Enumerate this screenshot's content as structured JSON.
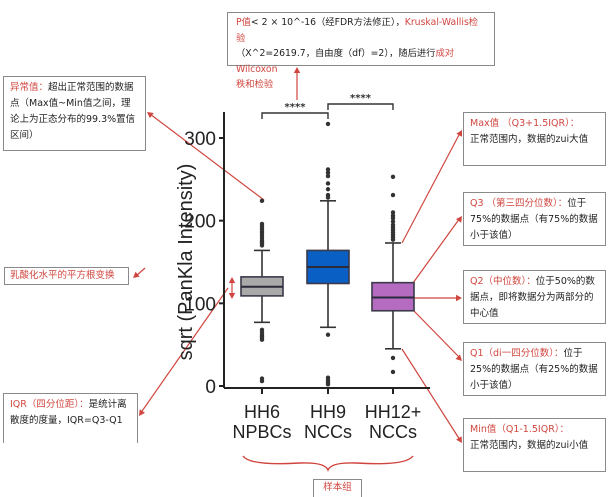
{
  "chart_data": {
    "type": "boxplot",
    "title": "",
    "xlabel": "样本组",
    "ylabel": "sqrt (PanKla Intensity)",
    "ylim": [
      0,
      330
    ],
    "yticks": [
      0,
      100,
      200,
      300
    ],
    "categories": [
      "HH6\nNPBCs",
      "HH9\nNCCs",
      "HH12+\nNCCs"
    ],
    "category_lines": [
      [
        "HH6",
        "NPBCs"
      ],
      [
        "HH9",
        "NCCs"
      ],
      [
        "HH12+",
        "NCCs"
      ]
    ],
    "series": [
      {
        "name": "HH6 NPBCs",
        "color": "#a9a9a9",
        "min": 77,
        "q1": 109,
        "median": 120,
        "q3": 132,
        "max": 164,
        "outliers": [
          224,
          196,
          193,
          190,
          187,
          185,
          182,
          179,
          176,
          174,
          172,
          170,
          68,
          65,
          62,
          60,
          58,
          56,
          9,
          6
        ]
      },
      {
        "name": "HH9 NCCs",
        "color": "#0a5fc4",
        "min": 71,
        "q1": 124,
        "median": 144,
        "q3": 164,
        "max": 224,
        "outliers": [
          317,
          262,
          258,
          254,
          245,
          238,
          231,
          228,
          62,
          10,
          7,
          4,
          2
        ]
      },
      {
        "name": "HH12+ NCCs",
        "color": "#b56cc0",
        "min": 45,
        "q1": 91,
        "median": 107,
        "q3": 125,
        "max": 173,
        "outliers": [
          253,
          231,
          210,
          206,
          203,
          199,
          195,
          192,
          189,
          186,
          183,
          180,
          177,
          34,
          17
        ]
      }
    ],
    "significance": [
      {
        "pair": [
          "HH6 NPBCs",
          "HH9 NCCs"
        ],
        "label": "****"
      },
      {
        "pair": [
          "HH9 NCCs",
          "HH12+ NCCs"
        ],
        "label": "****"
      }
    ],
    "grid": false,
    "legend": "none"
  },
  "annotations": {
    "top": {
      "p1_hl": "P值",
      "p1": "< 2 × 10^-16（经FDR方法修正），",
      "p1_hl2": "Kruskal-Wallis检验",
      "p2": "（X^2=2619.7，自由度（df）=2），随后进行",
      "p2_hl": "成对Wilcoxon",
      "p3_hl": "秩和检验"
    },
    "outlier": {
      "title": "异常值：",
      "text": "超出正常范围的数据点（Max值~Min值之间，理论上为正态分布的99.3%置信区间）"
    },
    "sqrt": {
      "title": "乳酸化水平的平方根变换"
    },
    "iqr": {
      "title": "IQR（四分位距）：",
      "text": "是统计离散度的度量，IQR=Q3-Q1"
    },
    "max": {
      "title": "Max值 （Q3+1.5IQR）：",
      "text": "正常范围内，数据的zui大值"
    },
    "q3": {
      "title": "Q3 （第三四分位数）：",
      "text": "位于75%的数据点（有75%的数据小于该值）"
    },
    "q2": {
      "title": "Q2（中位数）：",
      "text": "位于50%的数据点，即将数据分为两部分的中心值"
    },
    "q1": {
      "title": "Q1（di一四分位数）：",
      "text": "位于25%的数据点（有25%的数据小于该值）"
    },
    "min": {
      "title": "Min值（Q1-1.5IQR）：",
      "text": "正常范围内，数据的zui小值"
    },
    "group": {
      "title": "样本组"
    }
  },
  "colors": {
    "accent": "#d0463f",
    "axis": "#222222"
  }
}
